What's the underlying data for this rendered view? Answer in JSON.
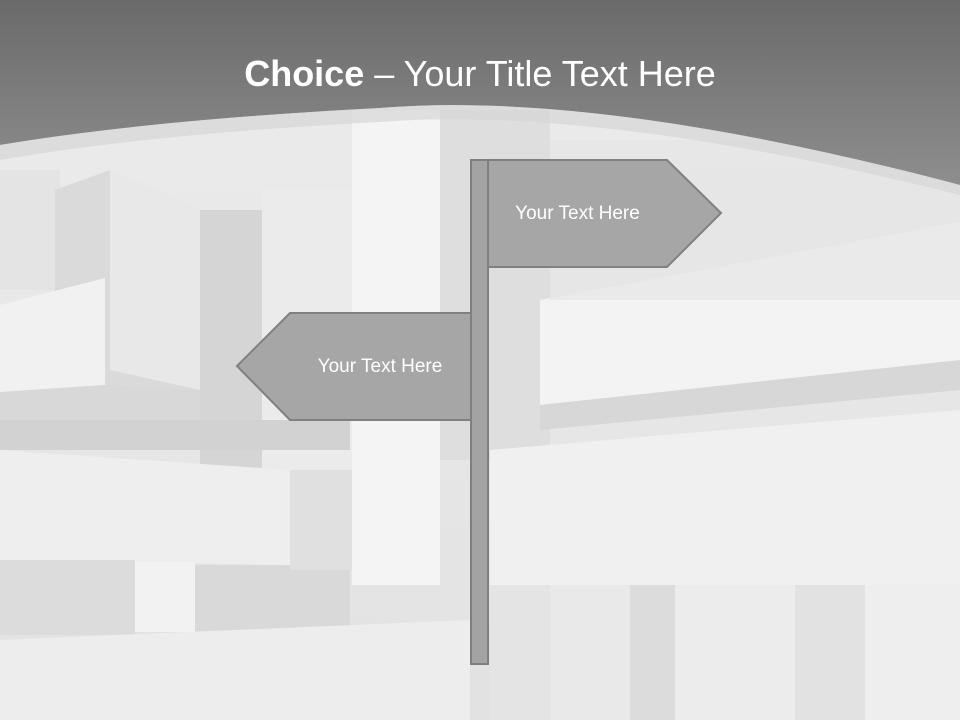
{
  "slide": {
    "title_bold": "Choice",
    "title_rest": " – Your Title Text Here"
  },
  "signpost": {
    "right_sign_text": "Your Text Here",
    "left_sign_text": "Your Text Here"
  },
  "colors": {
    "header_dark": "#6e6e6e",
    "sign_fill": "#a6a6a6",
    "sign_border": "#808080",
    "post_fill": "#a3a3a3"
  }
}
